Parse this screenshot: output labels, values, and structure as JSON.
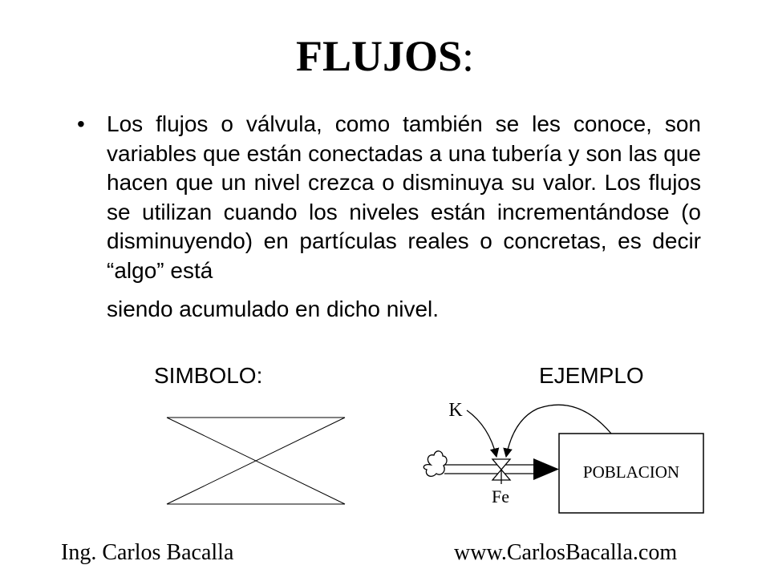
{
  "slide": {
    "title": "FLUJOS",
    "title_colon": ":",
    "bullet_marker": "•",
    "bullet_text": "Los flujos o válvula, como también se les conoce, son variables que están conectadas a una tubería y son las que hacen que un nivel crezca o disminuya su valor. Los flujos se utilizan cuando los niveles están incrementándose (o disminuyendo) en partículas reales o concretas, es decir “algo” está",
    "bullet_text_last": "siendo acumulado en dicho nivel.",
    "symbol_label": "SIMBOLO:",
    "example_label": "EJEMPLO"
  },
  "example_diagram": {
    "constant_label": "K",
    "flow_label": "Fe",
    "stock_label": "POBLACION"
  },
  "footer": {
    "author": "Ing. Carlos Bacalla",
    "website": "www.CarlosBacalla.com"
  }
}
